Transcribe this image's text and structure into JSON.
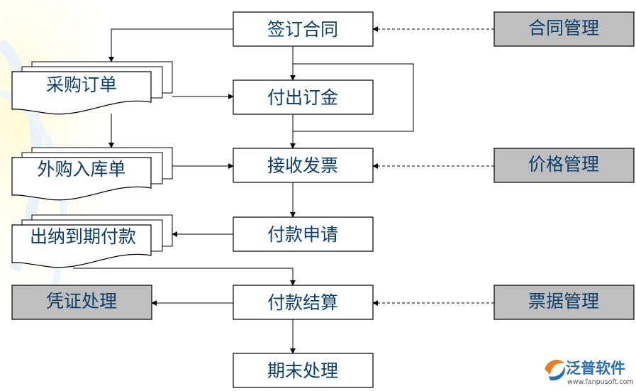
{
  "flow": {
    "main_steps": [
      "签订合同",
      "付出订金",
      "接收发票",
      "付款申请",
      "付款结算",
      "期末处理"
    ],
    "documents": [
      "采购订单",
      "外购入库单",
      "出纳到期付款"
    ],
    "modules": [
      "合同管理",
      "价格管理",
      "票据管理"
    ],
    "voucher": "凭证处理"
  },
  "logo": {
    "name": "泛普软件",
    "url": "www.fanpusoft.com"
  },
  "colors": {
    "text": "#0b3f6b",
    "gray_fill": "#bfbfbf",
    "line": "#000000",
    "logo_orange": "#e67e22",
    "logo_blue": "#2a6fb3"
  }
}
